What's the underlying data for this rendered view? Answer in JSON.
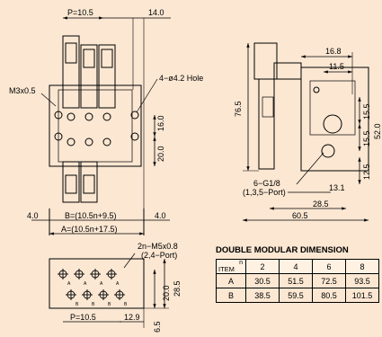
{
  "front_view": {
    "pitch": "P=10.5",
    "right_margin": "14.0",
    "thread": "M3x0.5",
    "hole": "4−ø4.2 Hole",
    "height_16": "16.0",
    "height_20": "20.0",
    "left_margin": "4.0",
    "right_margin_bottom": "4.0",
    "dim_b": "B=(10.5n+9.5)",
    "dim_a": "A=(10.5n+17.5)"
  },
  "side_view": {
    "dim_16_8": "16.8",
    "dim_11_5": "11.5",
    "dim_76_5": "76.5",
    "dim_15_5_upper": "15.5",
    "dim_15_5_lower": "15.5",
    "dim_52": "52.0",
    "dim_12_5": "12.5",
    "port_line1": "6−G1/8",
    "port_line2": "(1,3,5−Port)",
    "dim_13_1": "13.1",
    "dim_28_5": "28.5",
    "dim_60_5": "60.5"
  },
  "bottom_view": {
    "port_line1": "2n−M5x0.8",
    "port_line2": "(2,4−Port)",
    "dim_20": "20.0",
    "dim_28_5": "28.5",
    "pitch": "P=10.5",
    "dim_12_9": "12.9",
    "dim_6_5": "6.5",
    "label_a": "A",
    "label_b": "B"
  },
  "dimension_table": {
    "title": "DOUBLE MODULAR DIMENSION",
    "item_label": "ITEM",
    "n_label": "n",
    "counts": [
      "2",
      "4",
      "6",
      "8"
    ],
    "rows": [
      {
        "label": "A",
        "values": [
          "30.5",
          "51.5",
          "72.5",
          "93.5"
        ]
      },
      {
        "label": "B",
        "values": [
          "38.5",
          "59.5",
          "80.5",
          "101.5"
        ]
      }
    ]
  },
  "colors": {
    "background": "#fbe7d2",
    "line": "#000000"
  }
}
